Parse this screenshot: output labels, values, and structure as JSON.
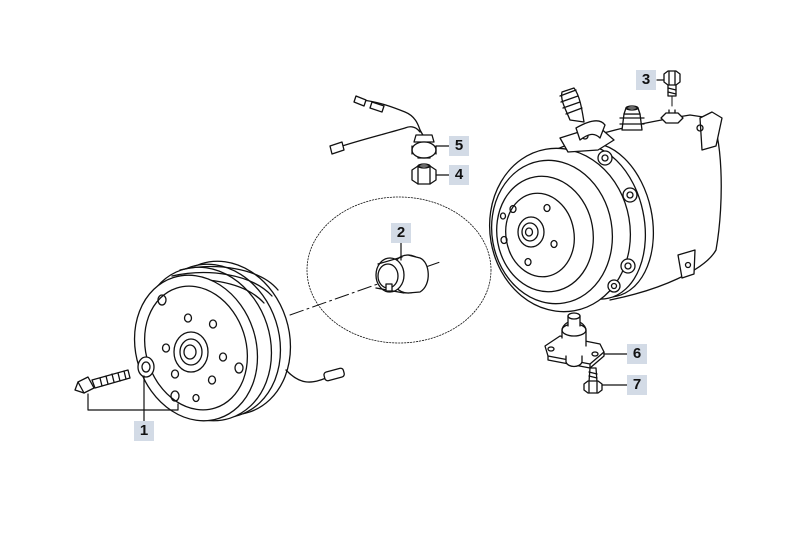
{
  "callouts": {
    "c1": "1",
    "c2": "2",
    "c3": "3",
    "c4": "4",
    "c5": "5",
    "c6": "6",
    "c7": "7"
  },
  "colors": {
    "line": "#111111",
    "callout_bg": "#d3dbe6",
    "background": "#ffffff"
  }
}
